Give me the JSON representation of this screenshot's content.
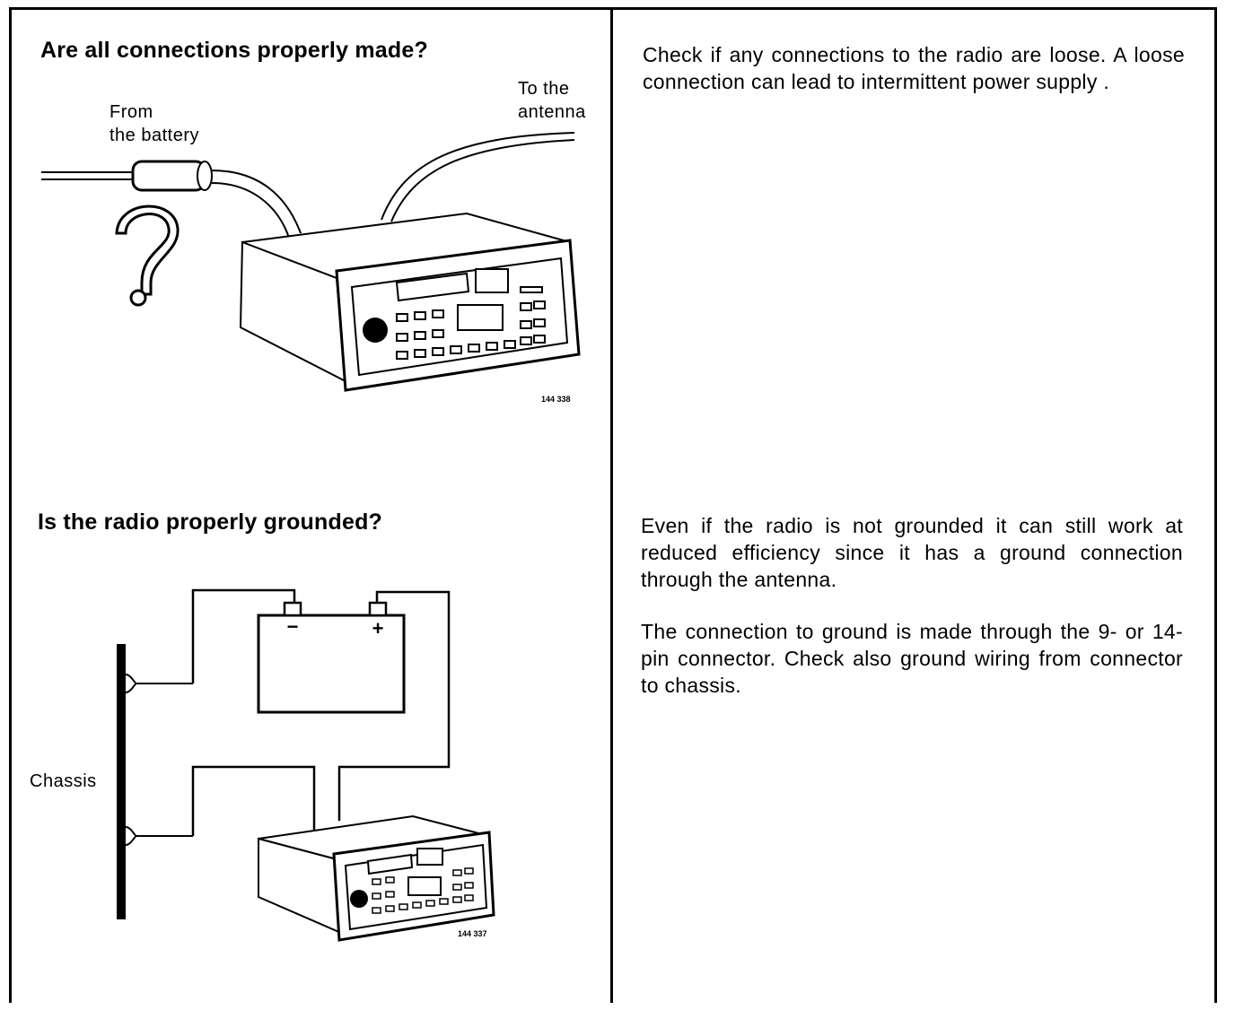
{
  "sections": [
    {
      "question": "Are all connections properly made?",
      "figure": {
        "label_battery": [
          "From",
          "the battery"
        ],
        "label_antenna": [
          "To the",
          "antenna"
        ],
        "figure_number": "144 338"
      },
      "answer": [
        "Check if any connections to the radio are loose. A loose connection can lead to intermittent power supply ."
      ]
    },
    {
      "question": "Is the radio properly grounded?",
      "figure": {
        "label_chassis": "Chassis",
        "minus_sign": "−",
        "plus_sign": "+",
        "figure_number": "144 337"
      },
      "answer": [
        "Even if the radio is not grounded it can still work at reduced efficiency since it has a ground connection through the antenna.",
        "The connection to ground is made through the 9- or 14-pin connector. Check also ground wiring from connector to chassis."
      ]
    }
  ]
}
